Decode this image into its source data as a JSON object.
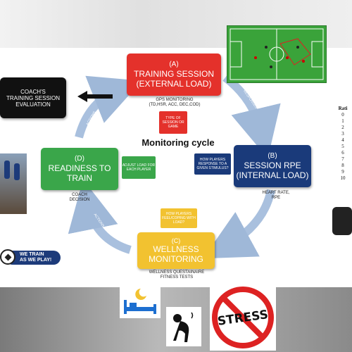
{
  "nodes": {
    "a": {
      "letter": "(A)",
      "line1": "TRAINING SESSION",
      "line2": "(EXTERNAL LOAD)",
      "color": "#e4312b"
    },
    "b": {
      "letter": "(B)",
      "line1": "SESSION RPE",
      "line2": "(INTERNAL LOAD)",
      "color": "#1a3a7a"
    },
    "c": {
      "letter": "(C)",
      "line1": "WELLNESS",
      "line2": "MONITORING",
      "color": "#f2c230"
    },
    "d": {
      "letter": "(D)",
      "line1": "READINESS TO",
      "line2": "TRAIN",
      "color": "#3aa64a"
    }
  },
  "center_title": "Monitoring cycle",
  "gps": {
    "line1": "GPS MONITORING",
    "line2": "(TD,HSR, ACC, DEC,COD)"
  },
  "type_of_session": "TYPE OF SESSION OR GAME",
  "adjust_load": "ADJUST LOAD FOR EACH PLAYER",
  "how_players_respond": "HOW PLAYERS RESPONSE TO A GIVEN STIMULUS?",
  "how_players_feel": "HOW PLAYERS FEEL/COPING WITH LOAD?",
  "heart_rate": {
    "line1": "HEART RATE,",
    "line2": "RPE"
  },
  "coach_decision": {
    "line1": "COACH",
    "line2": "DECISION"
  },
  "wellness_tests": {
    "line1": "WELLNESS QUESTAINAIRE",
    "line2": "FITNESS TESTS"
  },
  "arrow_labels": {
    "responses_ab": "RESPONSES",
    "responses_bc": "RESPONSES",
    "actions_cd": "ACTIONS",
    "actions_da": "ACTIONS"
  },
  "coach_eval": {
    "line1": "COACH'S",
    "line2": "TRAINING SESSION",
    "line3": "EVALUATION"
  },
  "we_train": {
    "line1": "WE TRAIN",
    "line2": "AS WE PLAY!"
  },
  "stress_sign": "STRESS",
  "ratio_table": {
    "header": "Rati",
    "rows": [
      "0",
      "1",
      "2",
      "3",
      "4",
      "5",
      "6",
      "7",
      "8",
      "9",
      "10"
    ]
  }
}
